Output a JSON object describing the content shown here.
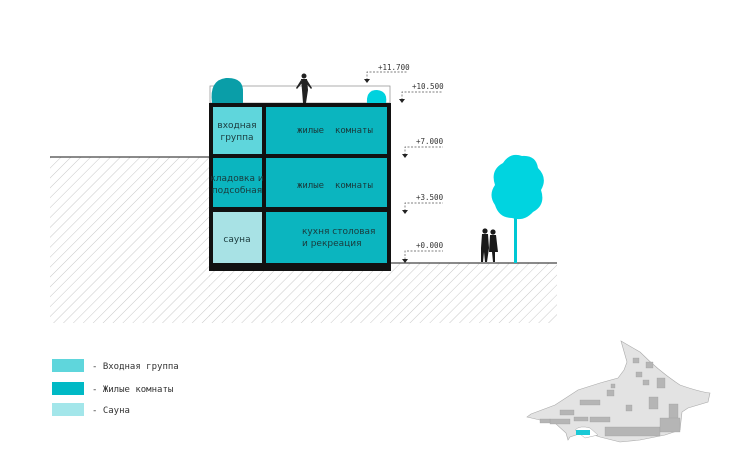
{
  "rooms": {
    "entrance": "входная группа",
    "entrance_lines": [
      "входная",
      "группа"
    ],
    "living_top": "жилые  комнаты",
    "storage_lines": [
      "кладовка и",
      "подсобная"
    ],
    "living_mid": "жилые  комнаты",
    "sauna": "сауна",
    "kitchen_lines": [
      "кухня столовая",
      "и рекреация"
    ]
  },
  "levels": [
    "+11.700",
    "+10.500",
    "+7.000",
    "+3.500",
    "+0.000"
  ],
  "legend": [
    {
      "label": "- Входная группа",
      "color": "#5fd6dc"
    },
    {
      "label": "- Жилые комнаты",
      "color": "#00b9c5"
    },
    {
      "label": "- Сауна",
      "color": "#a3e6ea"
    }
  ],
  "colors": {
    "entrance": "#5fd6dc",
    "living": "#0bb5bf",
    "sauna": "#a8e2e5",
    "tree": "#00d4e0",
    "highlight": "#19c9d6"
  }
}
